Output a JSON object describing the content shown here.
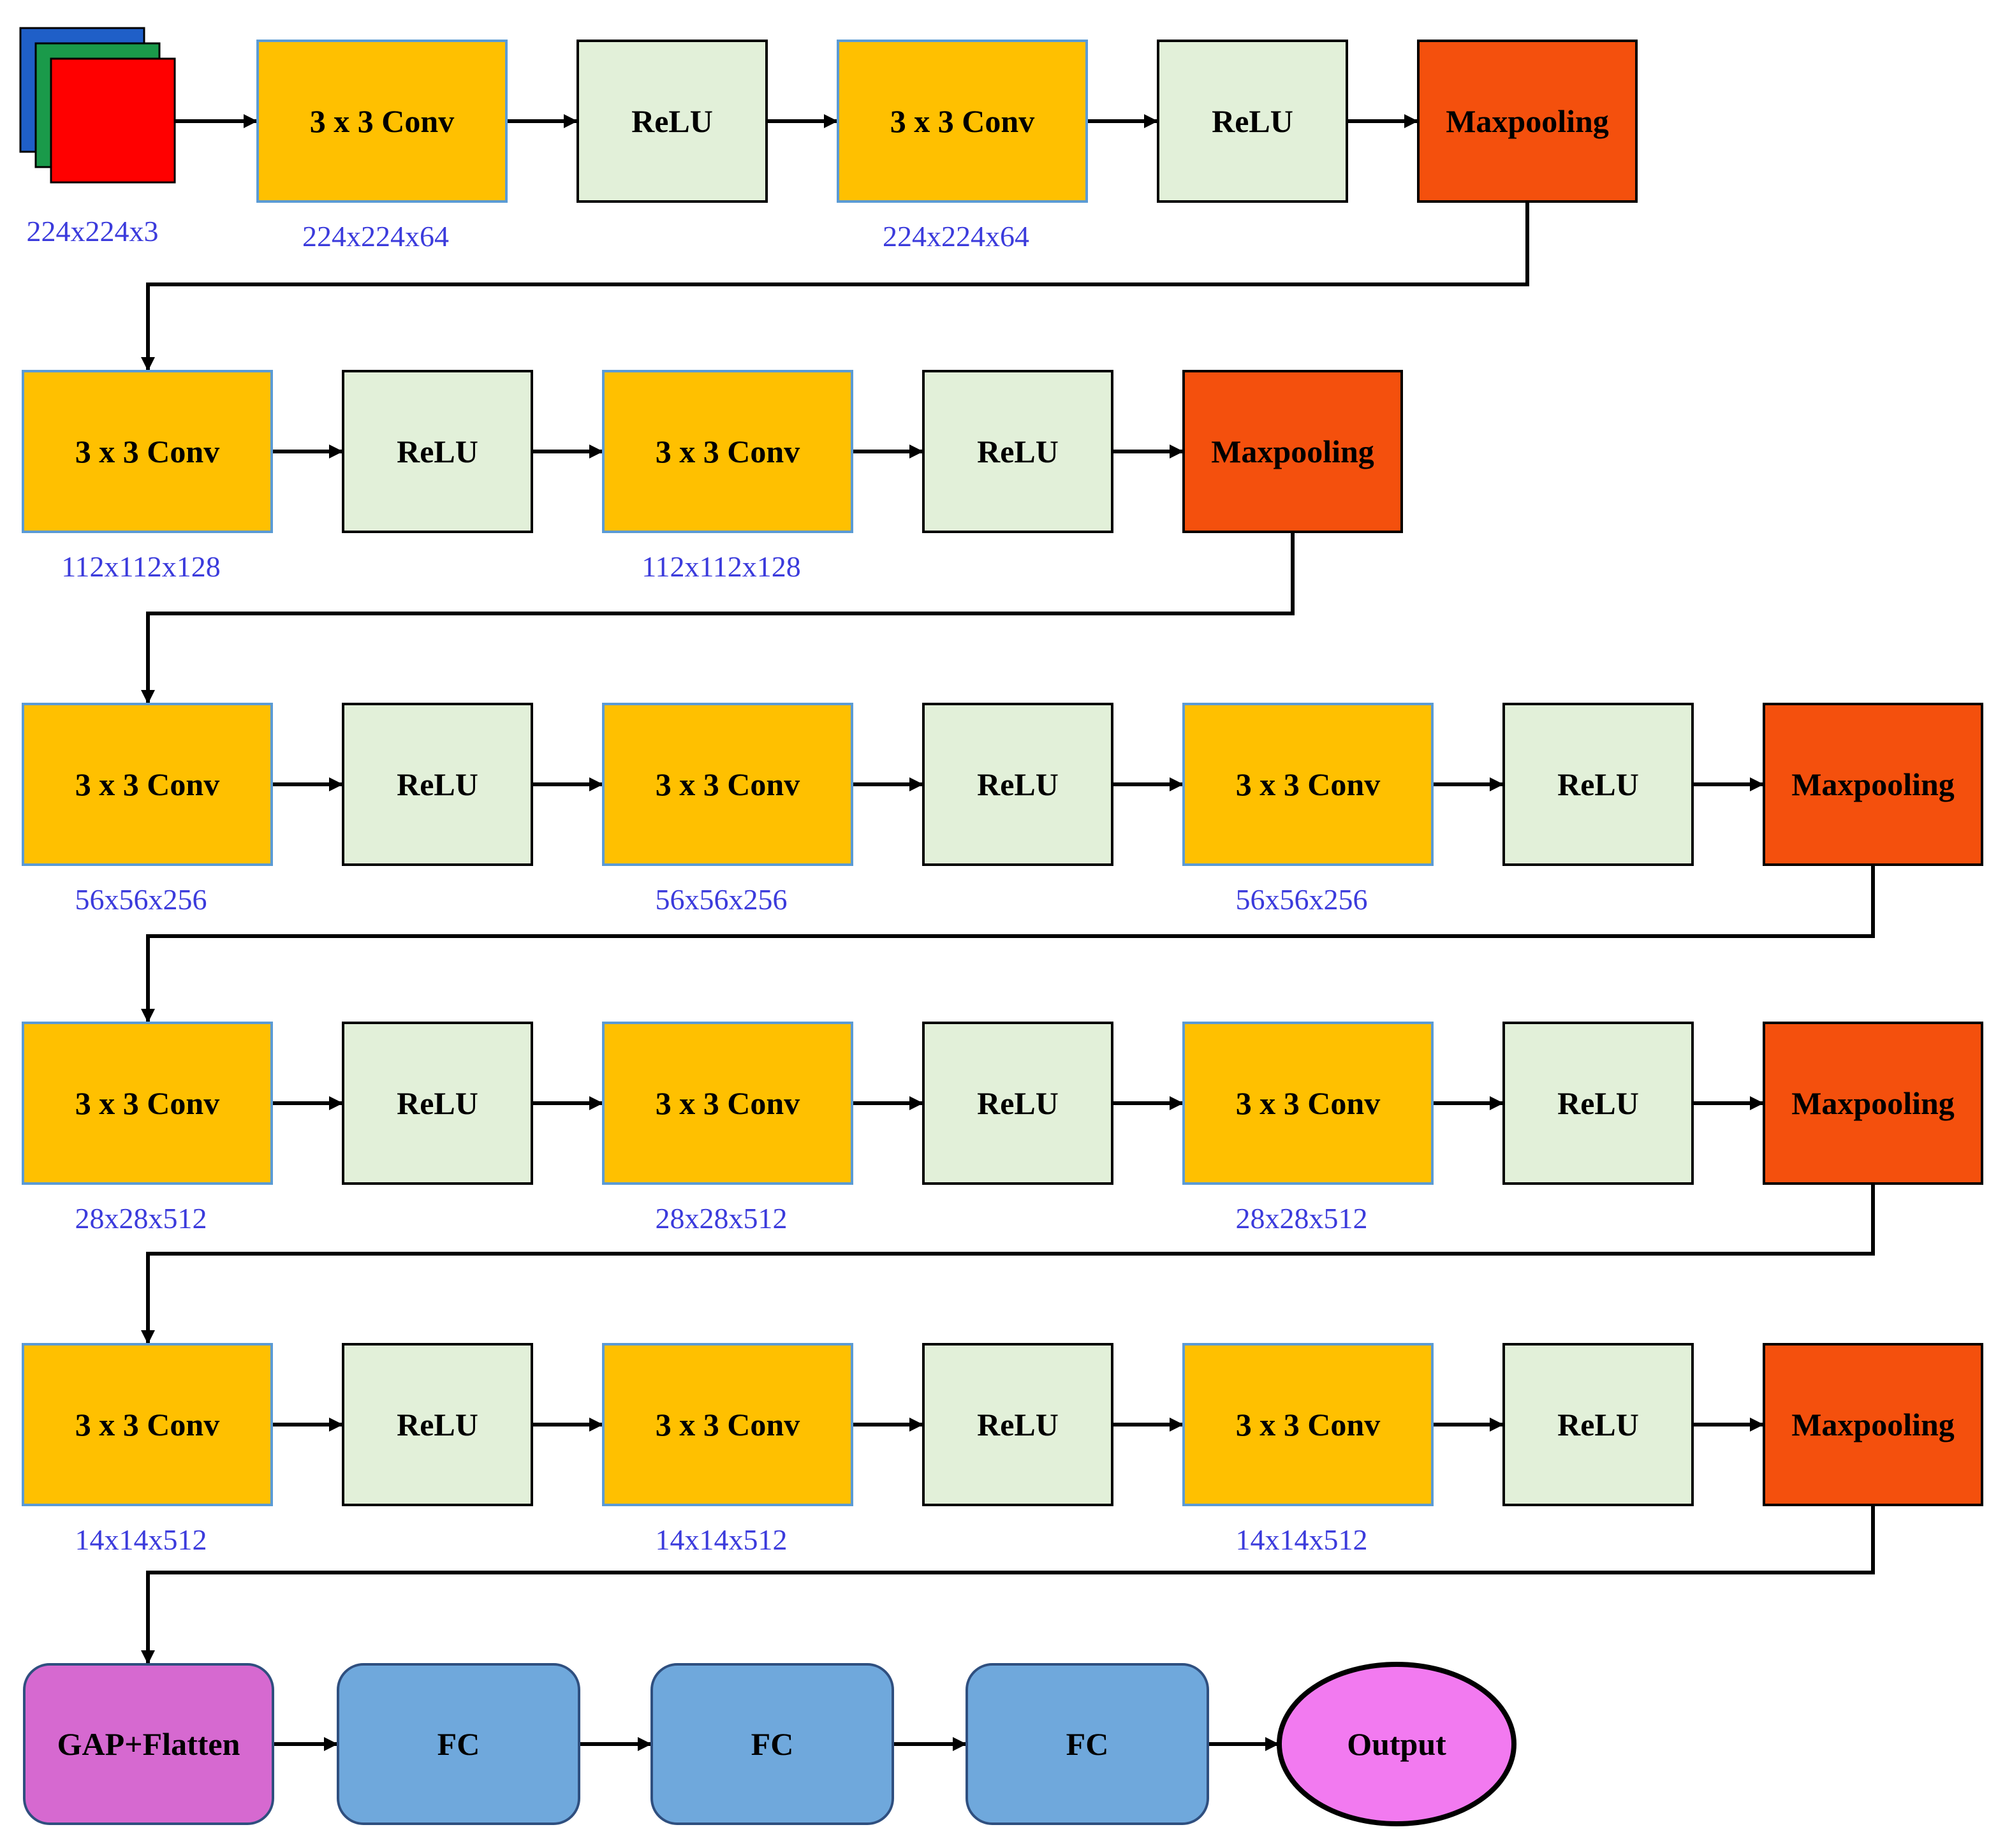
{
  "input": {
    "label": "224x224x3",
    "colors": [
      "#1f5fc8",
      "#1a9a4a",
      "#ff0000"
    ]
  },
  "rows": [
    {
      "blocks": [
        {
          "type": "conv",
          "label": "3 x 3 Conv",
          "dim": "224x224x64"
        },
        {
          "type": "relu",
          "label": "ReLU"
        },
        {
          "type": "conv",
          "label": "3 x 3 Conv",
          "dim": "224x224x64"
        },
        {
          "type": "relu",
          "label": "ReLU"
        },
        {
          "type": "pool",
          "label": "Maxpooling"
        }
      ]
    },
    {
      "blocks": [
        {
          "type": "conv",
          "label": "3 x 3 Conv",
          "dim": "112x112x128"
        },
        {
          "type": "relu",
          "label": "ReLU"
        },
        {
          "type": "conv",
          "label": "3 x 3 Conv",
          "dim": "112x112x128"
        },
        {
          "type": "relu",
          "label": "ReLU"
        },
        {
          "type": "pool",
          "label": "Maxpooling"
        }
      ]
    },
    {
      "blocks": [
        {
          "type": "conv",
          "label": "3 x 3 Conv",
          "dim": "56x56x256"
        },
        {
          "type": "relu",
          "label": "ReLU"
        },
        {
          "type": "conv",
          "label": "3 x 3 Conv",
          "dim": "56x56x256"
        },
        {
          "type": "relu",
          "label": "ReLU"
        },
        {
          "type": "conv",
          "label": "3 x 3 Conv",
          "dim": "56x56x256"
        },
        {
          "type": "relu",
          "label": "ReLU"
        },
        {
          "type": "pool",
          "label": "Maxpooling"
        }
      ]
    },
    {
      "blocks": [
        {
          "type": "conv",
          "label": "3 x 3 Conv",
          "dim": "28x28x512"
        },
        {
          "type": "relu",
          "label": "ReLU"
        },
        {
          "type": "conv",
          "label": "3 x 3 Conv",
          "dim": "28x28x512"
        },
        {
          "type": "relu",
          "label": "ReLU"
        },
        {
          "type": "conv",
          "label": "3 x 3 Conv",
          "dim": "28x28x512"
        },
        {
          "type": "relu",
          "label": "ReLU"
        },
        {
          "type": "pool",
          "label": "Maxpooling"
        }
      ]
    },
    {
      "blocks": [
        {
          "type": "conv",
          "label": "3 x 3 Conv",
          "dim": "14x14x512"
        },
        {
          "type": "relu",
          "label": "ReLU"
        },
        {
          "type": "conv",
          "label": "3 x 3 Conv",
          "dim": "14x14x512"
        },
        {
          "type": "relu",
          "label": "ReLU"
        },
        {
          "type": "conv",
          "label": "3 x 3 Conv",
          "dim": "14x14x512"
        },
        {
          "type": "relu",
          "label": "ReLU"
        },
        {
          "type": "pool",
          "label": "Maxpooling"
        }
      ]
    }
  ],
  "head": [
    {
      "type": "gap",
      "label": "GAP+Flatten"
    },
    {
      "type": "fc",
      "label": "FC"
    },
    {
      "type": "fc",
      "label": "FC"
    },
    {
      "type": "fc",
      "label": "FC"
    },
    {
      "type": "output",
      "label": "Output"
    }
  ],
  "colors": {
    "conv": "#ffc000",
    "conv_border": "#5b9bd5",
    "relu": "#e2f0d9",
    "relu_border": "#000000",
    "pool": "#f4500d",
    "pool_border": "#000000",
    "gap": "#d669d0",
    "fc": "#6fa8dc",
    "output": "#f27af0",
    "head_border": "#2f4f7f",
    "dim_text": "#3b3bdc",
    "arrow": "#000000"
  }
}
